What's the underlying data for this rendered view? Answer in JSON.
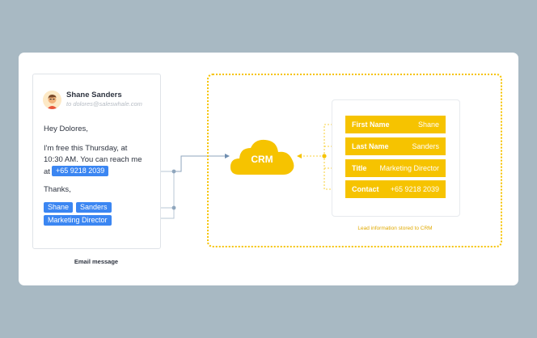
{
  "email": {
    "sender_name": "Shane Sanders",
    "sender_email": "to dolores@saleswhale.com",
    "greeting": "Hey Dolores,",
    "line1": "I'm free this Thursday, at",
    "line2": "10:30 AM. You can reach me",
    "line3_prefix": "at",
    "phone_chip": "+65 9218 2039",
    "signoff": "Thanks,",
    "first_name_chip": "Shane",
    "last_name_chip": "Sanders",
    "title_chip": "Marketing Director",
    "caption": "Email message"
  },
  "crm": {
    "label": "CRM",
    "lead_fields": [
      {
        "label": "First Name",
        "value": "Shane"
      },
      {
        "label": "Last Name",
        "value": "Sanders"
      },
      {
        "label": "Title",
        "value": "Marketing Director"
      },
      {
        "label": "Contact",
        "value": "+65 9218 2039"
      }
    ],
    "caption": "Lead information stored to CRM"
  },
  "colors": {
    "background": "#a8b9c3",
    "chip_blue": "#3b86f2",
    "crm_yellow": "#f6c300",
    "text_dark": "#2e3440"
  }
}
